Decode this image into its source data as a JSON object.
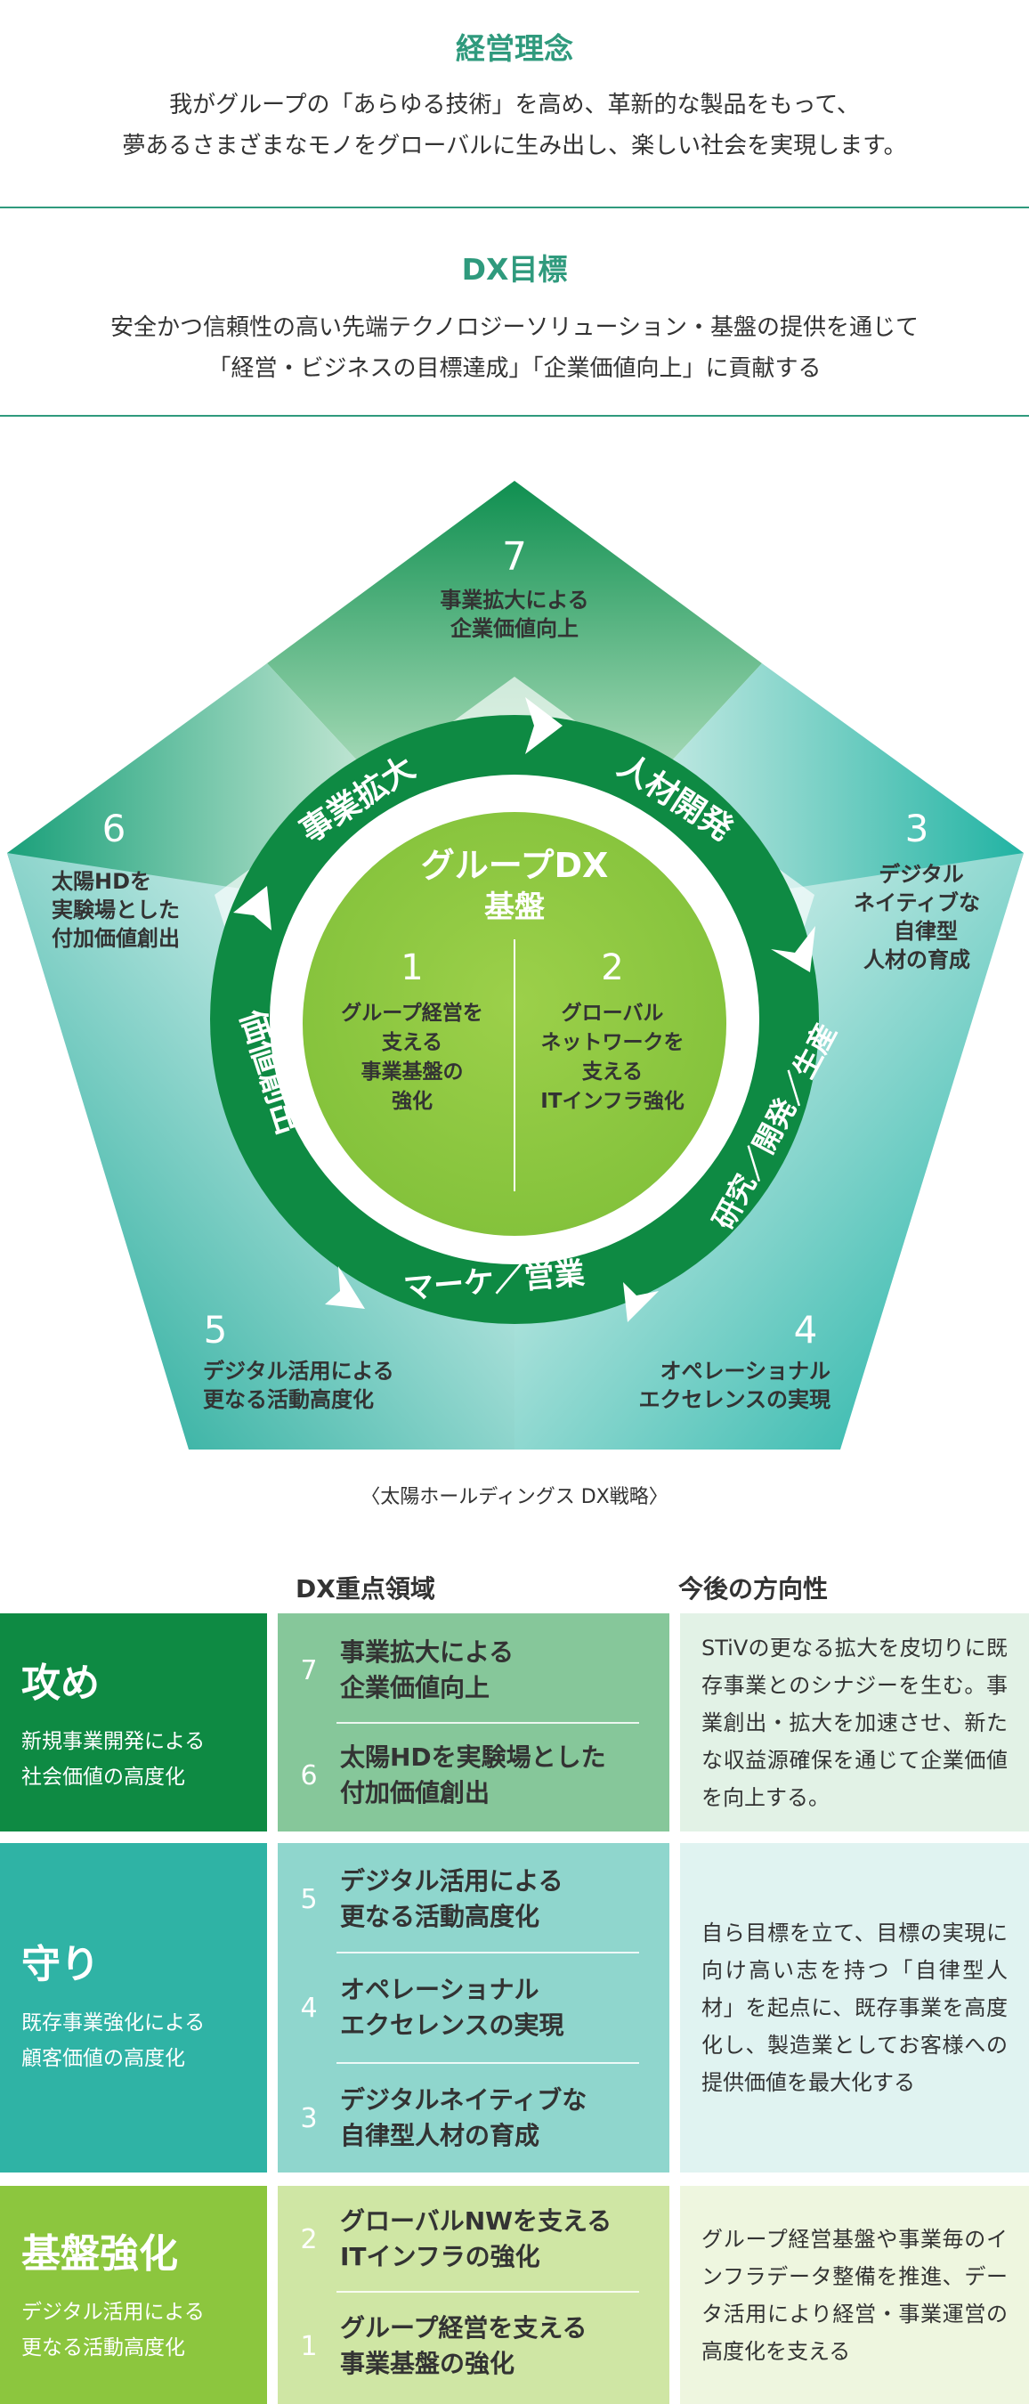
{
  "philosophy": {
    "title": "経営理念",
    "line1": "我がグループの「あらゆる技術」を高め、革新的な製品をもって、",
    "line2": "夢あるさまざまなモノをグローバルに生み出し、楽しい社会を実現します。"
  },
  "dx_goal": {
    "title": "DX目標",
    "line1": "安全かつ信頼性の高い先端テクノロジーソリューション・基盤の提供を通じて",
    "line2": "「経営・ビジネスの目標達成」「企業価値向上」に貢献する"
  },
  "diagram": {
    "center_title_1": "グループDX",
    "center_title_2": "基盤",
    "center_left": {
      "num": "1",
      "l1": "グループ経営を",
      "l2": "支える",
      "l3": "事業基盤の",
      "l4": "強化"
    },
    "center_right": {
      "num": "2",
      "l1": "グローバル",
      "l2": "ネットワークを",
      "l3": "支える",
      "l4": "ITインフラ強化"
    },
    "ring": {
      "top_left": "事業拡大",
      "top_right": "人材開発",
      "right": "研究／開発／生産",
      "bottom": "マーケ／営業",
      "left": "価値創出"
    },
    "points": {
      "p7": {
        "num": "7",
        "l1": "事業拡大による",
        "l2": "企業価値向上"
      },
      "p3": {
        "num": "3",
        "l1": "デジタル",
        "l2": "ネイティブな",
        "l3": "自律型",
        "l4": "人材の育成"
      },
      "p4": {
        "num": "4",
        "l1": "オペレーショナル",
        "l2": "エクセレンスの実現"
      },
      "p5": {
        "num": "5",
        "l1": "デジタル活用による",
        "l2": "更なる活動高度化"
      },
      "p6": {
        "num": "6",
        "l1": "太陽HDを",
        "l2": "実験場とした",
        "l3": "付加価値創出"
      }
    },
    "caption": "〈太陽ホールディングス DX戦略〉"
  },
  "table": {
    "col_focus": "DX重点領域",
    "col_direction": "今後の方向性",
    "rows": [
      {
        "title": "攻め",
        "sub1": "新規事業開発による",
        "sub2": "社会価値の高度化",
        "items": [
          {
            "num": "7",
            "label": "事業拡大による\n企業価値向上"
          },
          {
            "num": "6",
            "label": "太陽HDを実験場とした\n付加価値創出"
          }
        ],
        "direction": "STiVの更なる拡大を皮切りに既存事業とのシナジーを生む。事業創出・拡大を加速させ、新たな収益源確保を通じて企業価値を向上する。"
      },
      {
        "title": "守り",
        "sub1": "既存事業強化による",
        "sub2": "顧客価値の高度化",
        "items": [
          {
            "num": "5",
            "label": "デジタル活用による\n更なる活動高度化"
          },
          {
            "num": "4",
            "label": "オペレーショナル\nエクセレンスの実現"
          },
          {
            "num": "3",
            "label": "デジタルネイティブな\n自律型人材の育成"
          }
        ],
        "direction": "自ら目標を立て、目標の実現に向け高い志を持つ「自律型人材」を起点に、既存事業を高度化し、製造業としてお客様への提供価値を最大化する"
      },
      {
        "title": "基盤強化",
        "sub1": "デジタル活用による",
        "sub2": "更なる活動高度化",
        "items": [
          {
            "num": "2",
            "label": "グローバルNWを支える\nITインフラの強化"
          },
          {
            "num": "1",
            "label": "グループ経営を支える\n事業基盤の強化"
          }
        ],
        "direction": "グループ経営基盤や事業毎のインフラデータ整備を推進、データ活用により経営・事業運営の高度化を支える"
      }
    ]
  },
  "colors": {
    "accent": "#2f9a7d",
    "dark_green": "#0e8a43",
    "mid_green": "#86c79a",
    "teal": "#2fb3a5",
    "teal_light": "#8fd6cd",
    "lime": "#8cc63e",
    "lime_light": "#cfe6a4"
  }
}
